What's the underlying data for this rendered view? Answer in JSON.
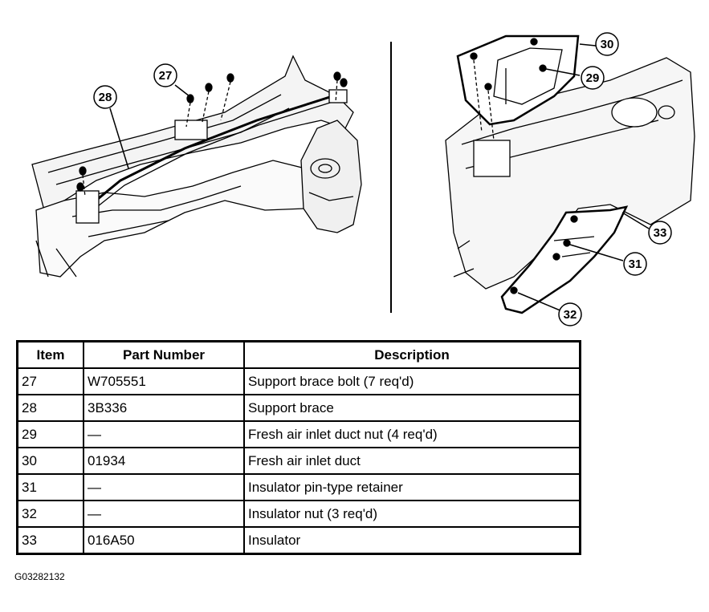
{
  "callouts": {
    "c27": "27",
    "c28": "28",
    "c29": "29",
    "c30": "30",
    "c31": "31",
    "c32": "32",
    "c33": "33"
  },
  "table": {
    "headers": [
      "Item",
      "Part Number",
      "Description"
    ],
    "rows": [
      [
        "27",
        "W705551",
        "Support brace bolt (7 req'd)"
      ],
      [
        "28",
        "3B336",
        "Support brace"
      ],
      [
        "29",
        "—",
        "Fresh air inlet duct nut (4 req'd)"
      ],
      [
        "30",
        "01934",
        "Fresh air inlet duct"
      ],
      [
        "31",
        "—",
        "Insulator pin-type retainer"
      ],
      [
        "32",
        "—",
        "Insulator nut (3 req'd)"
      ],
      [
        "33",
        "016A50",
        "Insulator"
      ]
    ]
  },
  "figure_id": "G03282132"
}
